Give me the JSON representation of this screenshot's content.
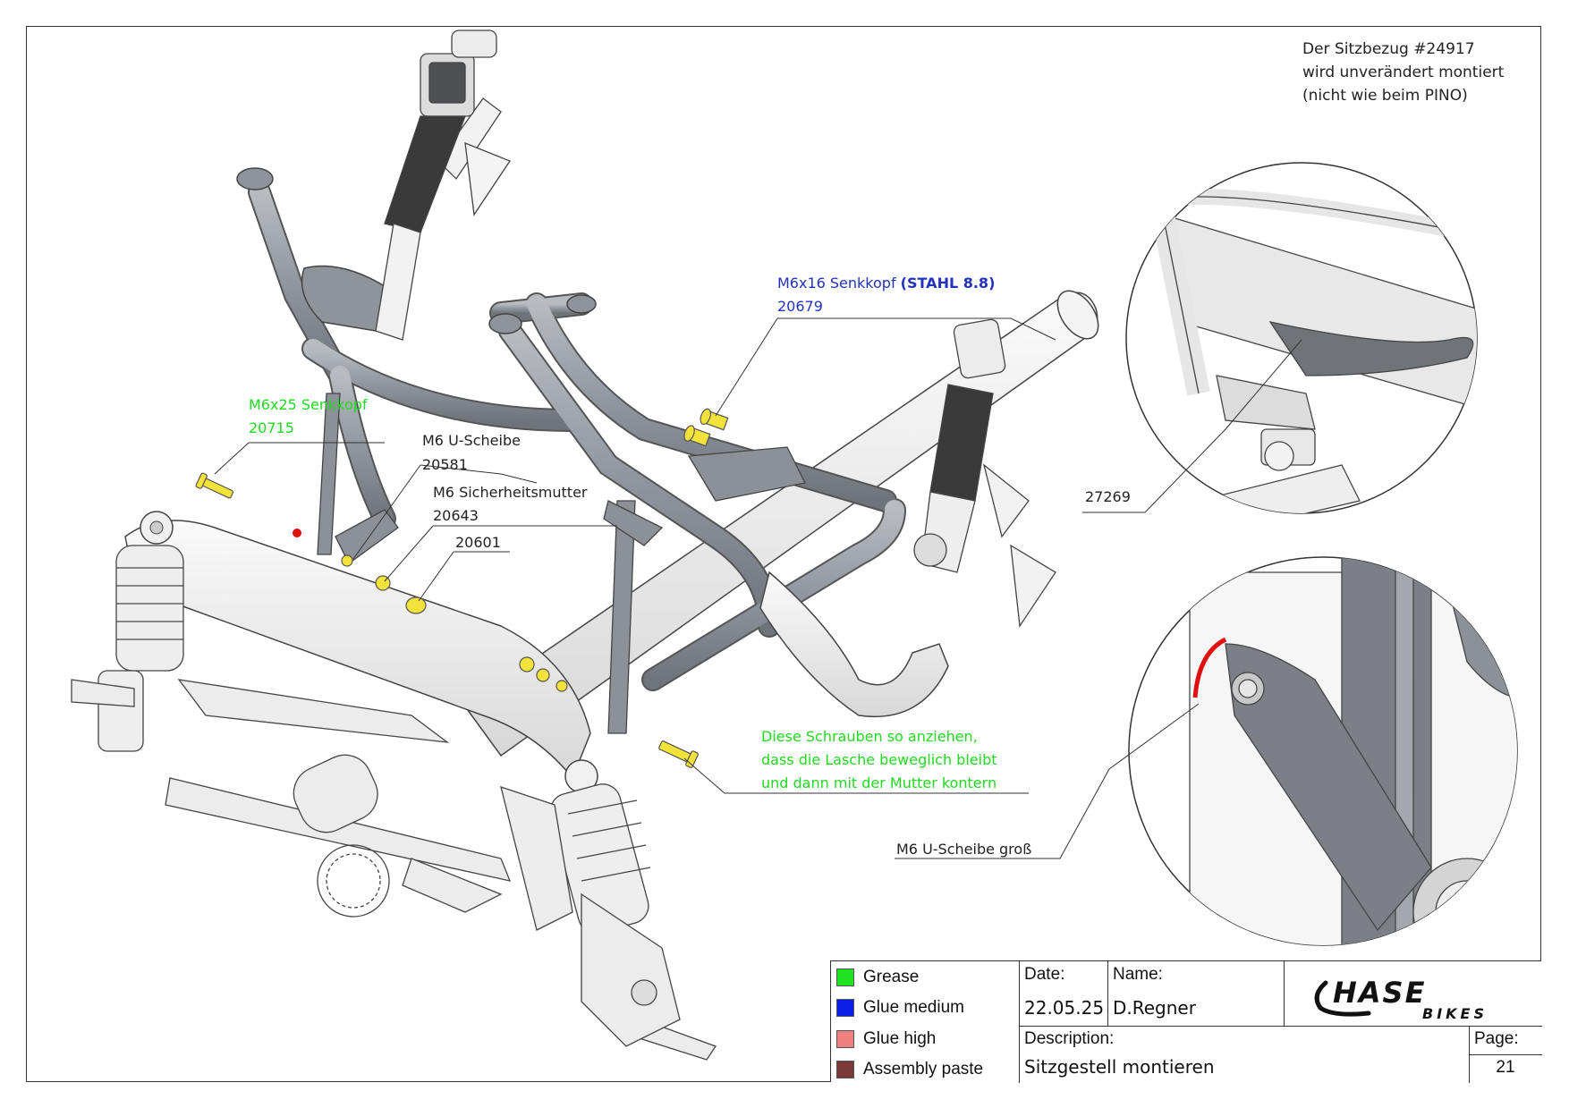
{
  "note": {
    "lines": [
      "Der Sitzbezug #24917",
      "wird unverändert montiert",
      "(nicht wie beim PINO)"
    ]
  },
  "callouts": {
    "m6x16": {
      "name": "M6x16 Senkkopf ",
      "bold": "(STAHL 8.8)",
      "number": "20679"
    },
    "m6x25": {
      "name": "M6x25 Senkkopf",
      "number": "20715"
    },
    "washer": {
      "name": "M6 U-Scheibe",
      "number": "20581"
    },
    "nut": {
      "name": "M6 Sicherheitsmutter",
      "number": "20643"
    },
    "cap": {
      "number": "20601"
    },
    "instruction": [
      "Diese Schrauben so anziehen,",
      "dass die Lasche beweglich bleibt",
      "und dann mit der Mutter kontern"
    ],
    "detail_top": "27269",
    "detail_bottom": "M6 U-Scheibe groß"
  },
  "legend": [
    {
      "label": "Grease",
      "color": "#22e022"
    },
    {
      "label": "Glue medium",
      "color": "#0a1ee6"
    },
    {
      "label": "Glue high",
      "color": "#f08080"
    },
    {
      "label": "Assembly paste",
      "color": "#7a3a3a"
    }
  ],
  "title_block": {
    "date_label": "Date:",
    "date_value": "22.05.25",
    "name_label": "Name:",
    "name_value": "D.Regner",
    "description_label": "Description:",
    "description_value": "Sitzgestell montieren",
    "page_label": "Page:",
    "page_value": "21",
    "logo_main": "HASE",
    "logo_sub": "BIKES"
  },
  "colors": {
    "frame_grey": "#9a9ea3",
    "light_part": "#ececec",
    "grease_green": "#22d922",
    "fastener_yellow": "#f2e23a",
    "seal_red": "#e01010"
  }
}
